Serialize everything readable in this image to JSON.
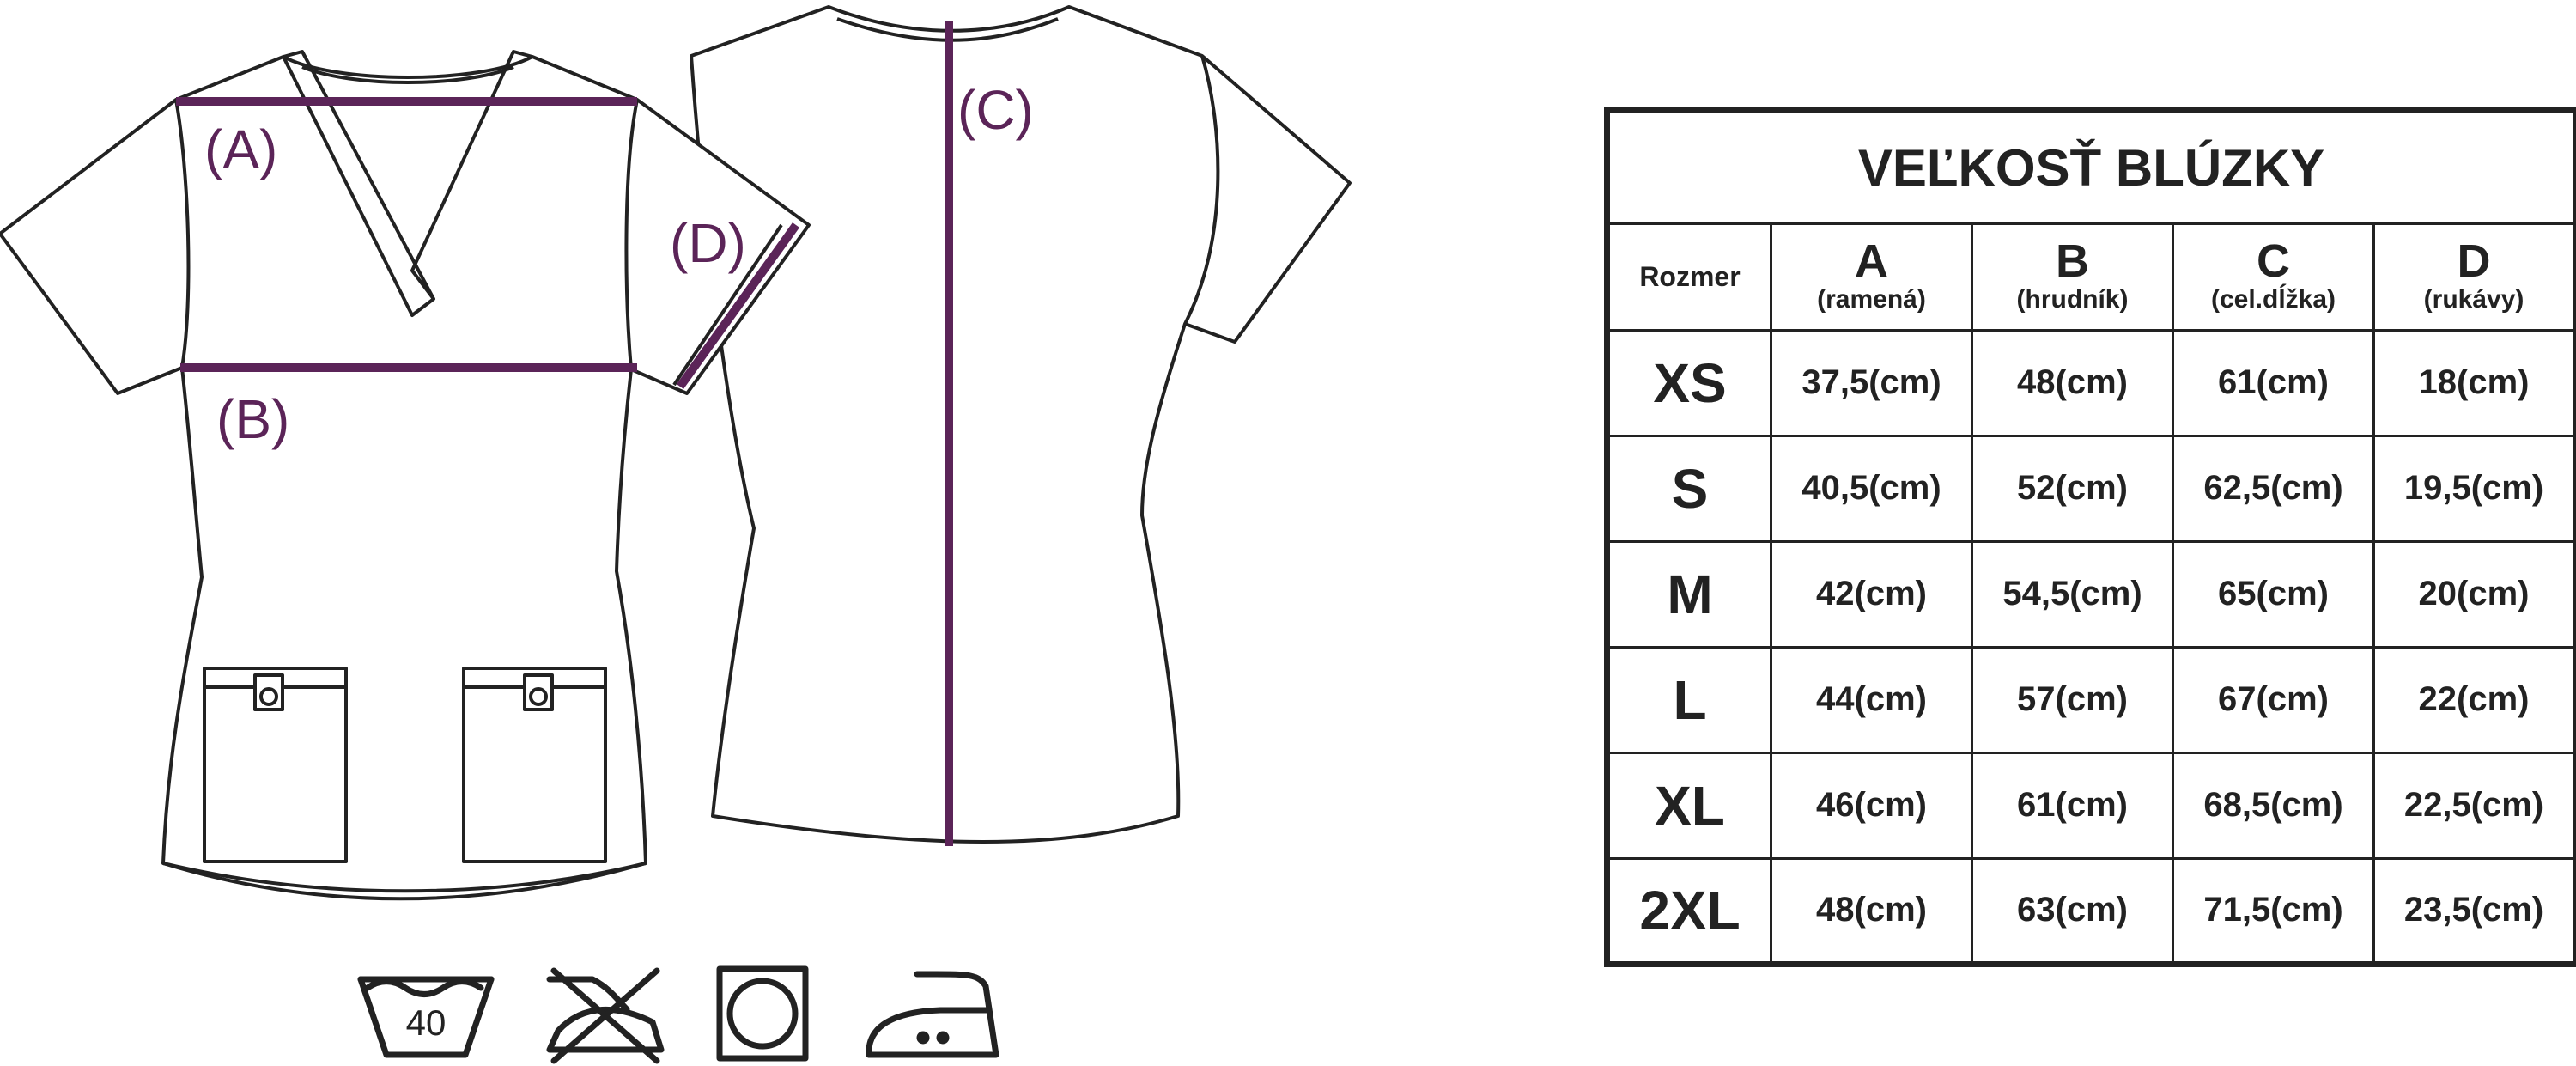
{
  "diagram": {
    "labels": {
      "a": "(A)",
      "b": "(B)",
      "c": "(C)",
      "d": "(D)"
    },
    "accent_color": "#5b2458",
    "line_color": "#222222"
  },
  "care_symbols": {
    "wash_temperature": "40",
    "icons": [
      "wash-40-icon",
      "do-not-tumble-dry-icon",
      "dry-clean-icon",
      "iron-medium-icon"
    ]
  },
  "size_table": {
    "title": "VEĽKOSŤ BLÚZKY",
    "rozmer_label": "Rozmer",
    "columns": [
      {
        "letter": "A",
        "sub": "(ramená)"
      },
      {
        "letter": "B",
        "sub": "(hrudník)"
      },
      {
        "letter": "C",
        "sub": "(cel.dĺžka)"
      },
      {
        "letter": "D",
        "sub": "(rukávy)"
      }
    ],
    "rows": [
      {
        "size": "XS",
        "values": [
          "37,5(cm)",
          "48(cm)",
          "61(cm)",
          "18(cm)"
        ]
      },
      {
        "size": "S",
        "values": [
          "40,5(cm)",
          "52(cm)",
          "62,5(cm)",
          "19,5(cm)"
        ]
      },
      {
        "size": "M",
        "values": [
          "42(cm)",
          "54,5(cm)",
          "65(cm)",
          "20(cm)"
        ]
      },
      {
        "size": "L",
        "values": [
          "44(cm)",
          "57(cm)",
          "67(cm)",
          "22(cm)"
        ]
      },
      {
        "size": "XL",
        "values": [
          "46(cm)",
          "61(cm)",
          "68,5(cm)",
          "22,5(cm)"
        ]
      },
      {
        "size": "2XL",
        "values": [
          "48(cm)",
          "63(cm)",
          "71,5(cm)",
          "23,5(cm)"
        ]
      }
    ]
  }
}
